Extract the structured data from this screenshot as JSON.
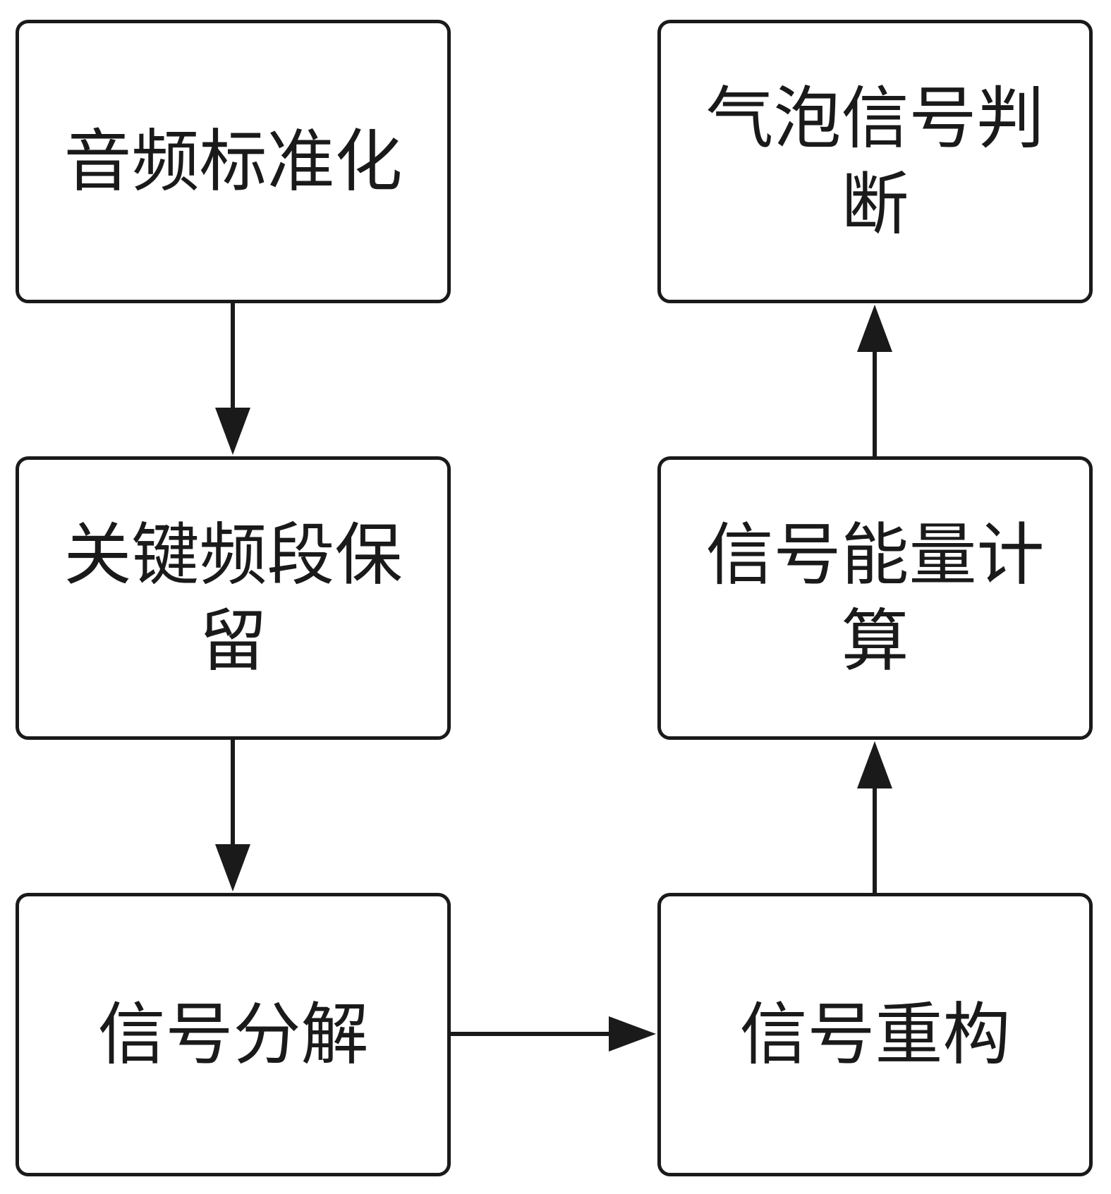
{
  "diagram": {
    "nodes": [
      {
        "id": "b1",
        "label": "音频标准化"
      },
      {
        "id": "b2",
        "label": "关键频段保留"
      },
      {
        "id": "b3",
        "label": "信号分解"
      },
      {
        "id": "b4",
        "label": "信号重构"
      },
      {
        "id": "b5",
        "label": "信号能量计算"
      },
      {
        "id": "b6",
        "label": "气泡信号判断"
      }
    ],
    "edges": [
      {
        "from": "b1",
        "to": "b2"
      },
      {
        "from": "b2",
        "to": "b3"
      },
      {
        "from": "b3",
        "to": "b4"
      },
      {
        "from": "b4",
        "to": "b5"
      },
      {
        "from": "b5",
        "to": "b6"
      }
    ],
    "colors": {
      "stroke": "#1a1a1a",
      "background": "#ffffff"
    }
  }
}
